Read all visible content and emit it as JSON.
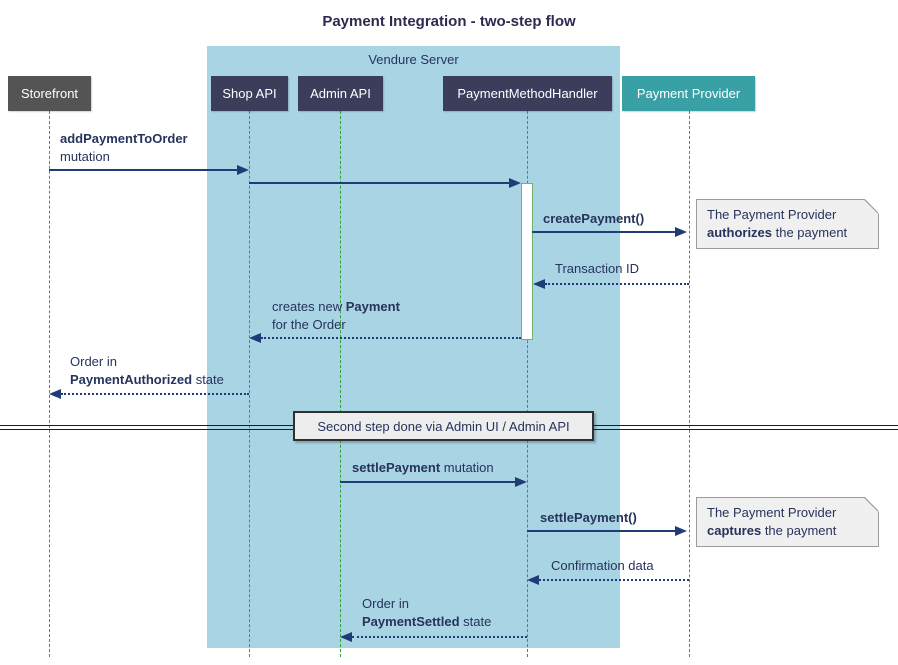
{
  "title": "Payment Integration - two-step flow",
  "colors": {
    "container": "#A9D4E3",
    "participant": "#3B3D5B",
    "storefront": "#545454",
    "provider": "#39A0A5",
    "arrow": "#1F3C77",
    "text": "#26335C",
    "lifeline": "#2FA32F",
    "activation_border": "#6FB56F",
    "note_bg": "#F0F0F0",
    "note_border": "#9B9B9B",
    "divider_line": "#1D1D1D",
    "divider_bg": "#EDEDED",
    "divider_border": "#303030",
    "title_color": "#2C2B4F"
  },
  "container": {
    "label": "Vendure Server"
  },
  "participants": [
    {
      "id": "storefront",
      "label": "Storefront"
    },
    {
      "id": "shop-api",
      "label": "Shop API"
    },
    {
      "id": "admin-api",
      "label": "Admin API"
    },
    {
      "id": "payment-method-handler",
      "label": "PaymentMethodHandler"
    },
    {
      "id": "payment-provider",
      "label": "Payment Provider"
    }
  ],
  "messages": {
    "add_payment": {
      "line1_bold": "addPaymentToOrder",
      "line2": "mutation"
    },
    "create_payment": {
      "bold": "createPayment()"
    },
    "transaction_id": {
      "text": "Transaction ID"
    },
    "creates_payment": {
      "line1_pre": "creates new ",
      "line1_bold": "Payment",
      "line2": "for the Order"
    },
    "order_authorized": {
      "line1": "Order in",
      "line2_bold": "PaymentAuthorized",
      "line2_post": " state"
    },
    "settle_mutation": {
      "bold": "settlePayment",
      "post": " mutation"
    },
    "settle_call": {
      "bold": "settlePayment()"
    },
    "confirmation": {
      "text": "Confirmation data"
    },
    "order_settled": {
      "line1": "Order in",
      "line2_bold": "PaymentSettled",
      "line2_post": " state"
    }
  },
  "divider": {
    "label": "Second step done via Admin UI / Admin API"
  },
  "notes": {
    "authorize": {
      "line1": "The Payment Provider",
      "line2_bold": "authorizes",
      "line2_post": " the payment"
    },
    "capture": {
      "line1": "The Payment Provider",
      "line2_bold": "captures",
      "line2_post": " the payment"
    }
  }
}
